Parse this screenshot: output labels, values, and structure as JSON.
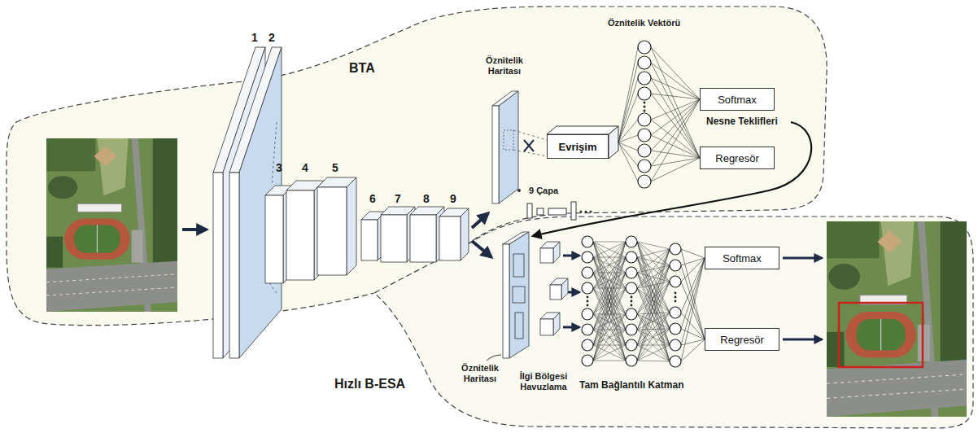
{
  "diagram": {
    "nodes": [
      {
        "text": [
          "Evrişim"
        ]
      },
      {
        "text": [
          "Softmax"
        ]
      },
      {
        "text": [
          "Regresör"
        ]
      },
      {
        "text": [
          "Softmax"
        ]
      },
      {
        "text": [
          "Regresör"
        ]
      }
    ],
    "labels": [
      "BTA",
      "Öznitelik Haritası",
      "Öznitelik Vektörü",
      "1",
      "2",
      "3",
      "4",
      "5",
      "6",
      "7",
      "8",
      "9",
      "9 Çapa",
      "Nesne Teklifleri",
      "Öznitelik Haritası",
      "İlgi Bölgesi Havuzlama",
      "Tam Bağlantılı Katman",
      "Hızlı B-ESA"
    ]
  }
}
